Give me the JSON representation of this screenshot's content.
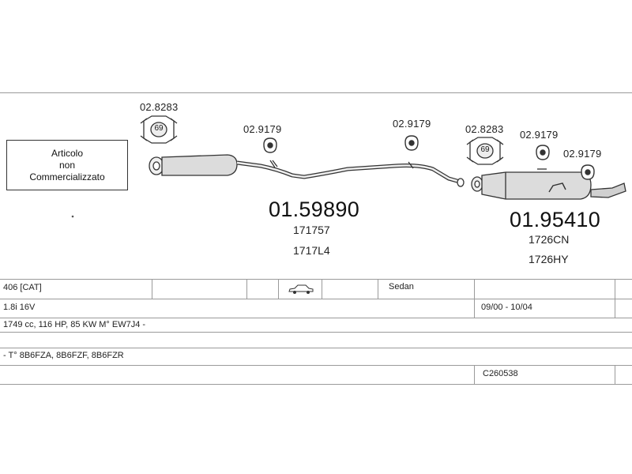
{
  "note_box": {
    "lines": [
      "Articolo",
      "non",
      "Commercializzato"
    ]
  },
  "parts": {
    "clamp_left": {
      "code": "02.8283",
      "badge": "69"
    },
    "hanger_1": {
      "code": "02.9179"
    },
    "hanger_2": {
      "code": "02.9179"
    },
    "clamp_right": {
      "code": "02.8283",
      "badge": "69"
    },
    "hanger_3": {
      "code": "02.9179"
    },
    "hanger_4": {
      "code": "02.9179"
    },
    "middle_pipe": {
      "code": "01.59890",
      "oe": [
        "171757",
        "1717L4"
      ]
    },
    "rear_silencer": {
      "code": "01.95410",
      "oe": [
        "1726CN",
        "1726HY"
      ]
    }
  },
  "table": {
    "model": "406  [CAT]",
    "body_type": "Sedan",
    "engine": "1.8i 16V",
    "years": "09/00 - 10/04",
    "specs": "1749 cc, 116 HP, 85 KW M° EW7J4 -",
    "type_codes": "- T° 8B6FZA, 8B6FZF, 8B6FZR",
    "ref_code": "C260538"
  },
  "icons": {
    "car": "sedan-car-icon"
  }
}
